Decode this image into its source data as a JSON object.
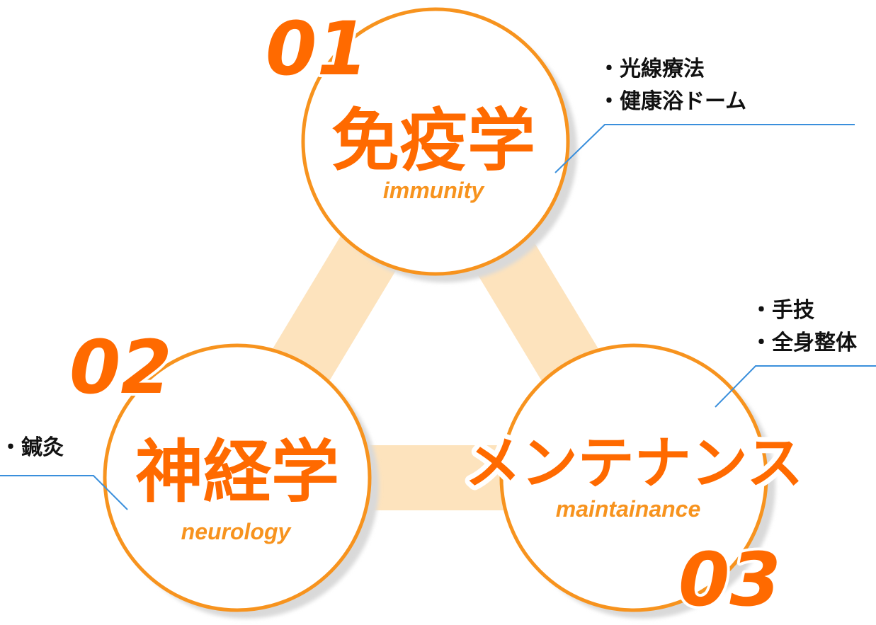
{
  "colors": {
    "circle_stroke": "#f7931e",
    "connector": "#fde3bd",
    "number": "#ff6a00",
    "title": "#ff6a00",
    "subtitle": "#f7931e",
    "leader_line": "#3a8fdc",
    "bullet_text": "#111111"
  },
  "nodes": [
    {
      "number": "01",
      "title": "免疫学",
      "subtitle": "immunity",
      "bullets": [
        "・光線療法",
        "・健康浴ドーム"
      ]
    },
    {
      "number": "02",
      "title": "神経学",
      "subtitle": "neurology",
      "bullets": [
        "・鍼灸"
      ]
    },
    {
      "number": "03",
      "title": "メンテナンス",
      "subtitle": "maintainance",
      "bullets": [
        "・手技",
        "・全身整体"
      ]
    }
  ]
}
